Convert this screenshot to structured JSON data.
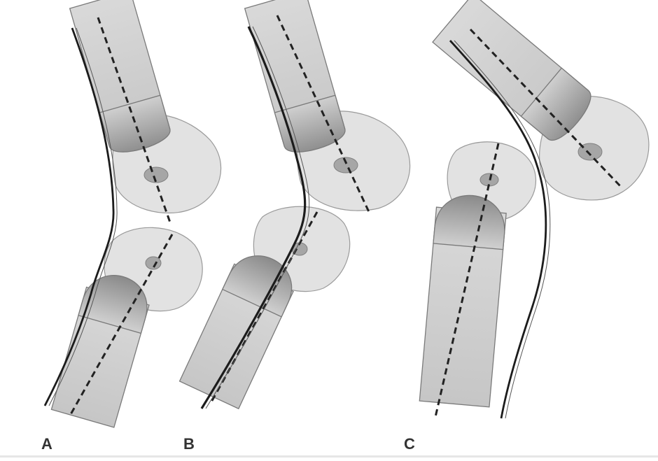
{
  "figure": {
    "panels": [
      {
        "id": "A",
        "label": "A"
      },
      {
        "id": "B",
        "label": "B"
      },
      {
        "id": "C",
        "label": "C"
      }
    ],
    "colors": {
      "bone_shaft_top": "#b8b8b8",
      "bone_shaft_bottom": "#d7d7d7",
      "bone_cap_dark": "#8e8e8e",
      "joint_head": "#e1e1e1",
      "outline": "#8c8c8c",
      "center_spot": "#a3a3a3",
      "axis_line": "#222222",
      "background": "#ffffff"
    }
  }
}
